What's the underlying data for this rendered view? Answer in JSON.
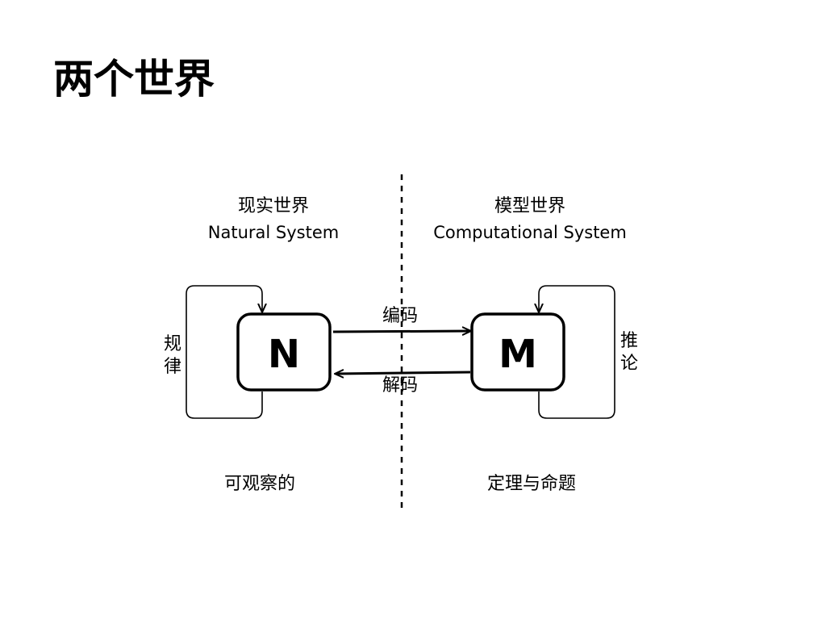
{
  "title": "两个世界",
  "left": {
    "heading_cn": "现实世界",
    "heading_en": "Natural System",
    "node": "N",
    "loop_label": "规律",
    "footer": "可观察的"
  },
  "right": {
    "heading_cn": "模型世界",
    "heading_en": "Computational System",
    "node": "M",
    "loop_label": "推论",
    "footer": "定理与命题"
  },
  "arrows": {
    "encode": "编码",
    "decode": "解码"
  }
}
